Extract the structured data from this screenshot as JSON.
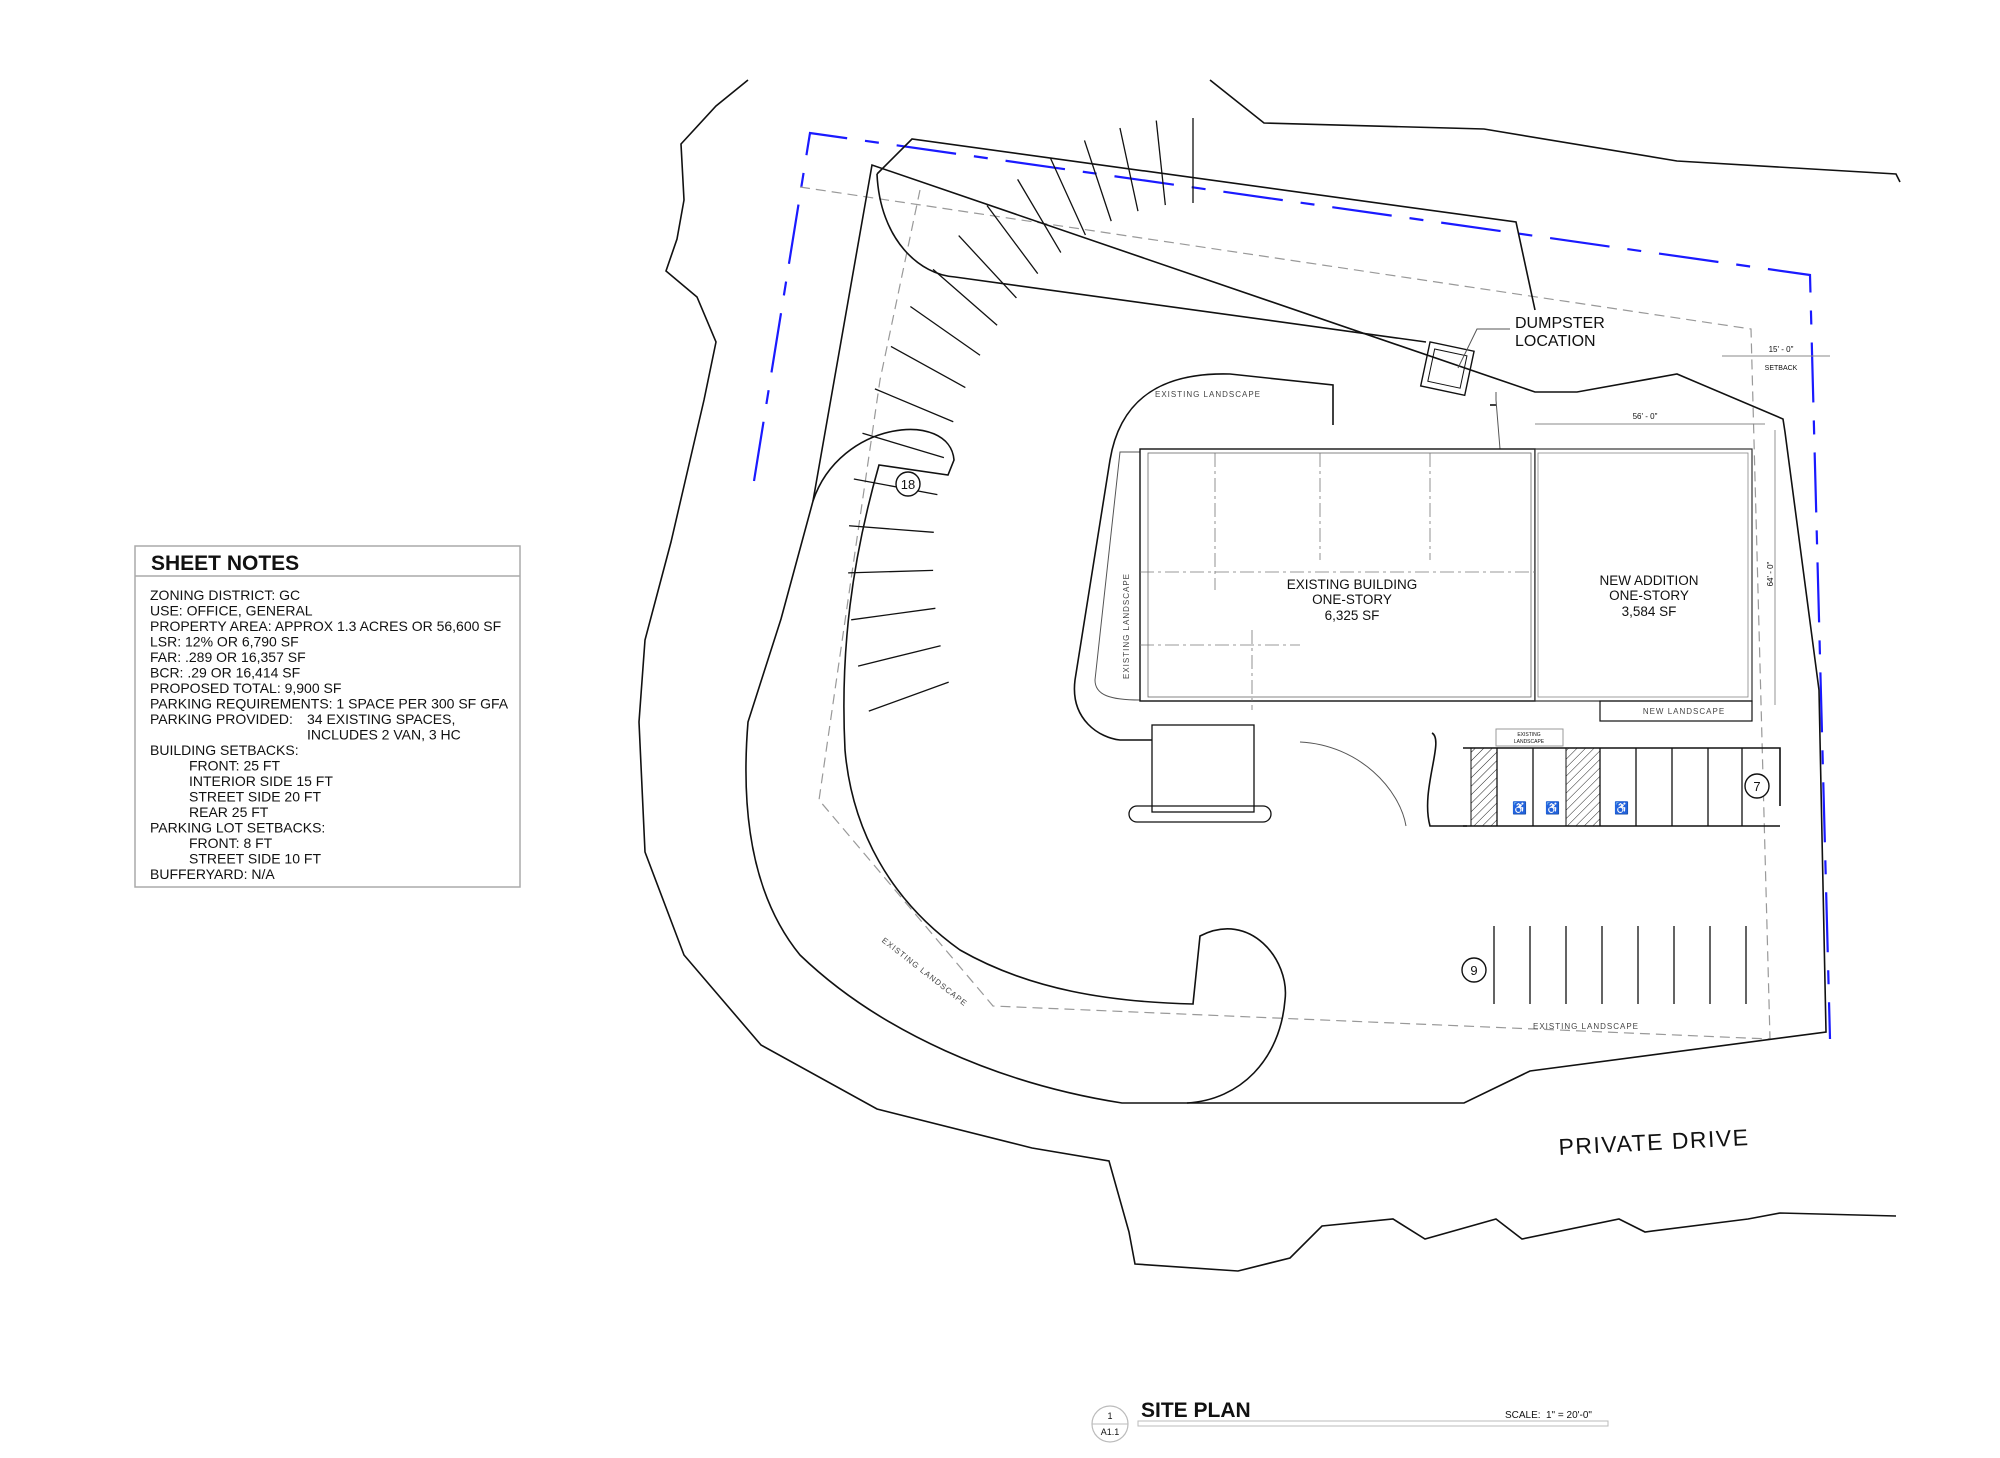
{
  "sheet_notes": {
    "title": "SHEET NOTES",
    "lines": [
      "ZONING DISTRICT:  GC",
      "USE: OFFICE, GENERAL",
      "PROPERTY AREA: APPROX 1.3 ACRES OR 56,600 SF",
      "LSR: 12% OR 6,790 SF",
      "FAR: .289 OR 16,357 SF",
      "BCR: .29 OR 16,414 SF",
      "PROPOSED TOTAL: 9,900 SF",
      "PARKING REQUIREMENTS: 1 SPACE PER 300 SF GFA"
    ],
    "parking_provided_label": "PARKING PROVIDED:",
    "parking_provided_value": "34 EXISTING SPACES,",
    "parking_provided_value2": "INCLUDES 2 VAN, 3 HC",
    "building_setbacks_label": "BUILDING SETBACKS:",
    "building_setbacks": [
      "FRONT: 25 FT",
      "INTERIOR SIDE 15 FT",
      "STREET SIDE 20 FT",
      "REAR 25 FT"
    ],
    "parking_lot_setbacks_label": "PARKING LOT SETBACKS:",
    "parking_lot_setbacks": [
      "FRONT: 8 FT",
      "STREET SIDE 10 FT"
    ],
    "bufferyard": "BUFFERYARD: N/A"
  },
  "plan": {
    "existing_building": [
      "EXISTING BUILDING",
      "ONE-STORY",
      "6,325 SF"
    ],
    "new_addition": [
      "NEW ADDITION",
      "ONE-STORY",
      "3,584 SF"
    ],
    "dumpster": [
      "DUMPSTER",
      "LOCATION"
    ],
    "existing_landscape": "EXISTING LANDSCAPE",
    "existing_landscape_small": [
      "EXISTING",
      "LANDSCAPE"
    ],
    "new_landscape": "NEW LANDSCAPE",
    "private_drive": "PRIVATE DRIVE",
    "dim_width": "56' - 0\"",
    "dim_depth": "64' - 0\"",
    "setback_dim": "15' - 0\"",
    "setback_label": "SETBACK",
    "stall_counts": {
      "left": "18",
      "right_top": "7",
      "right_bottom": "9"
    },
    "accessible_symbol": "♿"
  },
  "title_block": {
    "detail_number": "1",
    "sheet_number": "A1.1",
    "title": "SITE PLAN",
    "scale_label": "SCALE:",
    "scale_value": "1\" = 20'-0\""
  },
  "colors": {
    "property_line": "#1a1aff",
    "linework": "#111111",
    "setback_line": "#999999"
  }
}
